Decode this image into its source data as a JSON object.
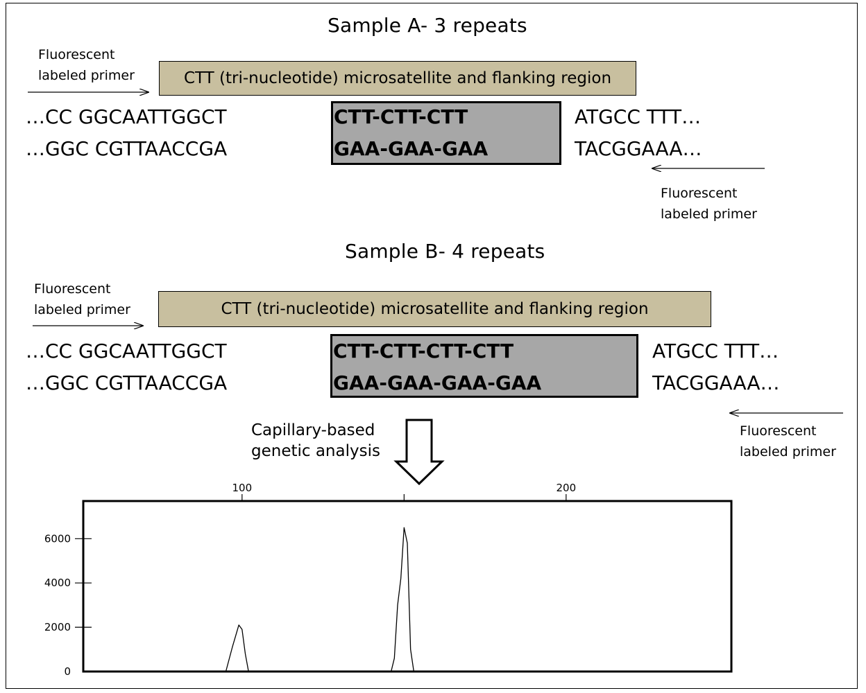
{
  "colors": {
    "banner": "#c8bf9f",
    "repeat_box": "#a7a7a7",
    "line": "#000000"
  },
  "sample_a": {
    "title": "Sample A- 3 repeats",
    "primer_left": [
      "Fluorescent",
      "labeled primer"
    ],
    "banner": "CTT (tri-nucleotide) microsatellite and flanking region",
    "top_left": "…CC GGCAATTGGCT",
    "top_repeat": "CTT-CTT-CTT",
    "top_right": "ATGCC TTT…",
    "bottom_left": "…GGC CGTTAACCGA",
    "bottom_repeat": "GAA-GAA-GAA",
    "bottom_right": "TACGGAAA…",
    "primer_right": [
      "Fluorescent",
      "labeled primer"
    ]
  },
  "sample_b": {
    "title": "Sample B- 4 repeats",
    "primer_left": [
      "Fluorescent",
      "labeled primer"
    ],
    "banner": "CTT (tri-nucleotide) microsatellite and flanking region",
    "top_left": "…CC GGCAATTGGCT",
    "top_repeat": "CTT-CTT-CTT-CTT",
    "top_right": "ATGCC TTT…",
    "bottom_left": "…GGC CGTTAACCGA",
    "bottom_repeat": "GAA-GAA-GAA-GAA",
    "bottom_right": "TACGGAAA…",
    "primer_right": [
      "Fluorescent",
      "labeled primer"
    ]
  },
  "analysis_label": [
    "Capillary-based",
    "genetic analysis"
  ],
  "chart_data": {
    "type": "line",
    "x_ticks": [
      100,
      200
    ],
    "y_ticks": [
      0,
      2000,
      4000,
      6000
    ],
    "xlim": [
      51,
      251
    ],
    "ylim": [
      0,
      7700
    ],
    "grid": false,
    "series": [
      {
        "x": [
          95,
          97,
          98,
          99,
          100,
          101,
          102
        ],
        "y": [
          0,
          1100,
          1600,
          2100,
          1900,
          800,
          0
        ]
      },
      {
        "x": [
          146,
          147,
          148,
          149,
          150,
          151,
          152,
          153
        ],
        "y": [
          0,
          600,
          3000,
          4200,
          6500,
          5800,
          1000,
          0
        ]
      }
    ]
  }
}
